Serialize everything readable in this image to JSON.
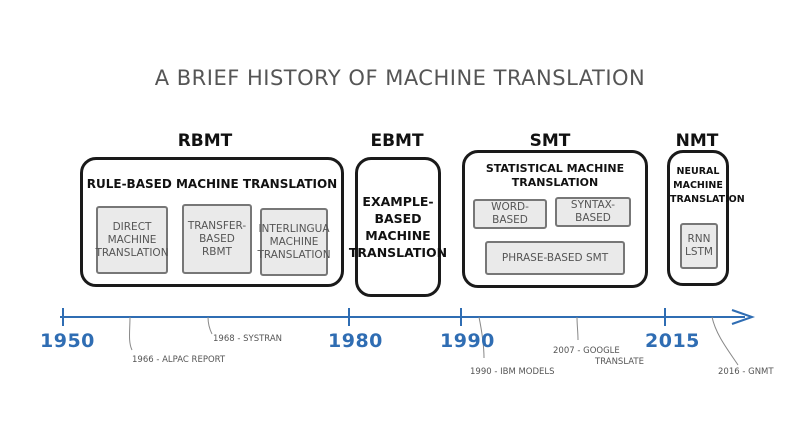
{
  "title": "A BRIEF HISTORY OF MACHINE TRANSLATION",
  "groups": {
    "rbmt": {
      "label": "RBMT",
      "heading": "RULE-BASED MACHINE TRANSLATION",
      "items": [
        "DIRECT\nMACHINE\nTRANSLATION",
        "TRANSFER-\nBASED\nRBMT",
        "INTERLINGUA\nMACHINE\nTRANSLATION"
      ]
    },
    "ebmt": {
      "label": "EBMT",
      "text": "EXAMPLE-\nBASED\nMACHINE\nTRANSLATION"
    },
    "smt": {
      "label": "SMT",
      "heading": "STATISTICAL MACHINE\nTRANSLATION",
      "items": [
        "WORD-BASED",
        "SYNTAX-BASED",
        "PHRASE-BASED SMT"
      ]
    },
    "nmt": {
      "label": "NMT",
      "heading": "NEURAL\nMACHINE\nTRANSLATION",
      "items": [
        "RNN\nLSTM"
      ]
    }
  },
  "timeline": {
    "years": [
      "1950",
      "1980",
      "1990",
      "2015"
    ],
    "events": [
      "1966 - ALPAC REPORT",
      "1968 - SYSTRAN",
      "1990 - IBM MODELS",
      "2007 - GOOGLE",
      "TRANSLATE",
      "2016 - GNMT"
    ]
  },
  "colors": {
    "timeline": "#2f6db3",
    "box_border": "#1a1a1a",
    "subbox_fill": "#eaeaea"
  }
}
